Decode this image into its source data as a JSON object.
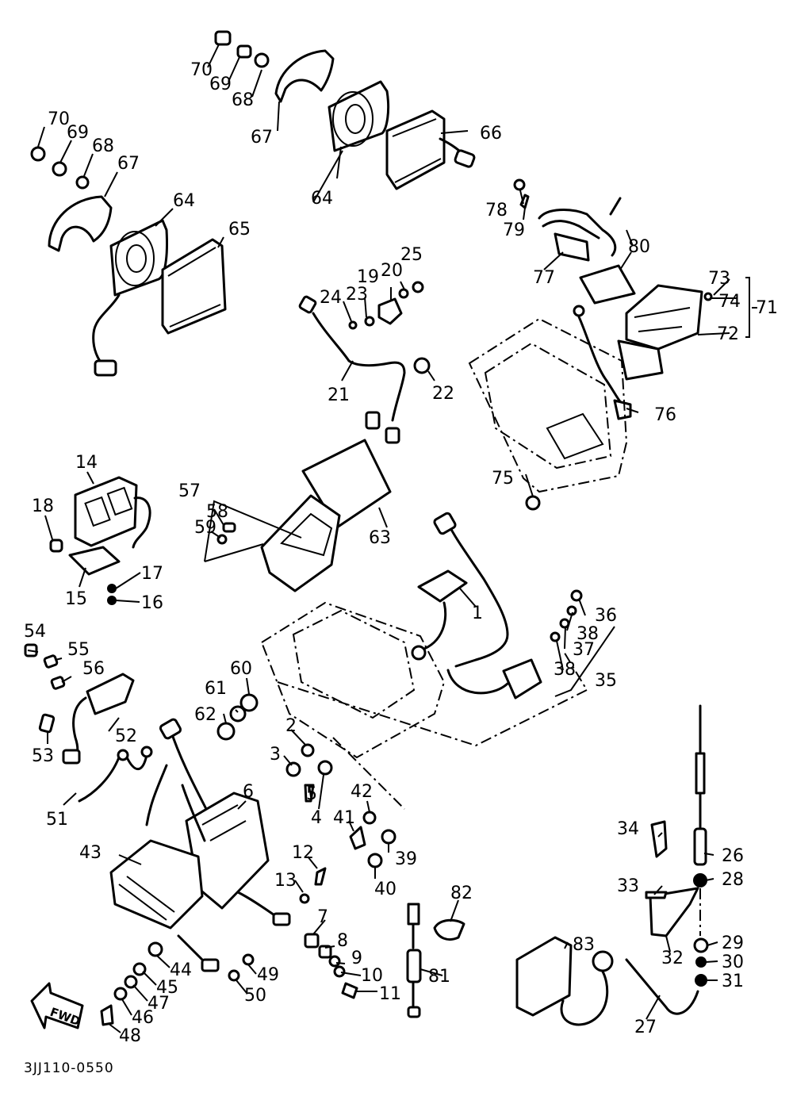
{
  "diagram_code": "3JJ110-0550",
  "fwd_arrow_label": "FWD",
  "callouts": {
    "c1": "1",
    "c2": "2",
    "c3": "3",
    "c4": "4",
    "c5": "5",
    "c6": "6",
    "c7": "7",
    "c8": "8",
    "c9": "9",
    "c10": "10",
    "c11": "11",
    "c12": "12",
    "c13": "13",
    "c14": "14",
    "c15": "15",
    "c16": "16",
    "c17": "17",
    "c18": "18",
    "c19": "19",
    "c20": "20",
    "c21": "21",
    "c22": "22",
    "c23": "23",
    "c24": "24",
    "c25": "25",
    "c26": "26",
    "c27": "27",
    "c28": "28",
    "c29": "29",
    "c30": "30",
    "c31": "31",
    "c32": "32",
    "c33": "33",
    "c34": "34",
    "c35": "35",
    "c36": "36",
    "c37": "37",
    "c38": "38",
    "c39": "39",
    "c40": "40",
    "c41": "41",
    "c42": "42",
    "c43": "43",
    "c44": "44",
    "c45": "45",
    "c46": "46",
    "c47": "47",
    "c48": "48",
    "c49": "49",
    "c50": "50",
    "c51": "51",
    "c52": "52",
    "c53": "53",
    "c54": "54",
    "c55": "55",
    "c56": "56",
    "c57": "57",
    "c58": "58",
    "c59": "59",
    "c60": "60",
    "c61": "61",
    "c62": "62",
    "c63": "63",
    "c64": "64",
    "c65": "65",
    "c66": "66",
    "c67": "67",
    "c68": "68",
    "c69": "69",
    "c70": "70",
    "c71": "71",
    "c72": "72",
    "c73": "73",
    "c74": "74",
    "c75": "75",
    "c76": "76",
    "c77": "77",
    "c78": "78",
    "c79": "79",
    "c80": "80",
    "c81": "81",
    "c82": "82",
    "c83": "83"
  }
}
